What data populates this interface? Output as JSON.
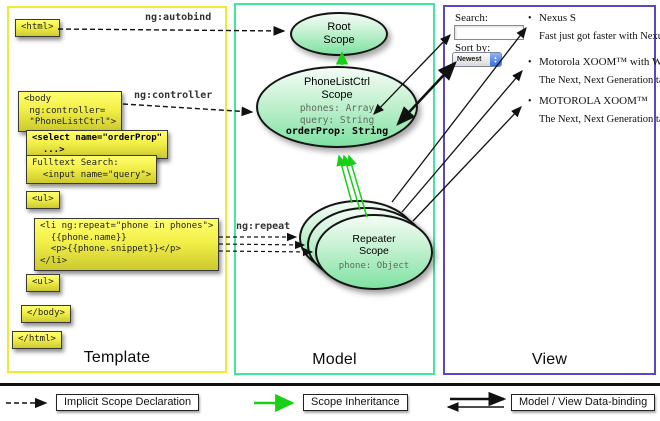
{
  "columns": {
    "template_label": "Template",
    "model_label": "Model",
    "view_label": "View"
  },
  "template": {
    "html_open": "<html>",
    "body_open": "<body\n ng:controller=\n \"PhoneListCtrl\">",
    "select": "<select name=\"orderProp\"\n  ...>",
    "fulltext": "Fulltext Search:\n  <input name=\"query\">",
    "ul_open": "<ul>",
    "li_repeat": "<li ng:repeat=\"phone in phones\">\n  {{phone.name}}\n  <p>{{phone.snippet}}</p>\n</li>",
    "ul_close": "<ul>",
    "body_close": "</body>",
    "html_close": "</html>"
  },
  "connectors": {
    "autobind_label": "ng:autobind",
    "controller_label": "ng:controller",
    "repeat_label": "ng:repeat"
  },
  "model": {
    "root_scope_title": "Root\nScope",
    "phonelist_title": "PhoneListCtrl\nScope",
    "phonelist_props": "phones: Array\nquery: String",
    "phonelist_bold_prop": "orderProp: String",
    "repeater_title": "Repeater\nScope",
    "repeater_prop": "phone: Object"
  },
  "view": {
    "search_label": "Search:",
    "search_value": "",
    "sort_label": "Sort by:",
    "sort_value": "Newest",
    "items": [
      {
        "title": "Nexus S",
        "desc": "Fast just got faster with Nexus S."
      },
      {
        "title": "Motorola XOOM™ with Wi-Fi",
        "desc": "The Next, Next Generation tablet."
      },
      {
        "title": "MOTOROLA XOOM™",
        "desc": "The Next, Next Generation tablet."
      }
    ]
  },
  "legend": {
    "implicit": "Implicit Scope Declaration",
    "inheritance": "Scope Inheritance",
    "databinding": "Model / View Data-binding"
  },
  "colors": {
    "template_border": "#f2ea2d",
    "model_border": "#3fe89c",
    "view_border": "#5a46c8",
    "inheritance_green": "#17d117",
    "box_yellow": "#f2ef48",
    "ellipse_green": "#7fe2a3"
  }
}
